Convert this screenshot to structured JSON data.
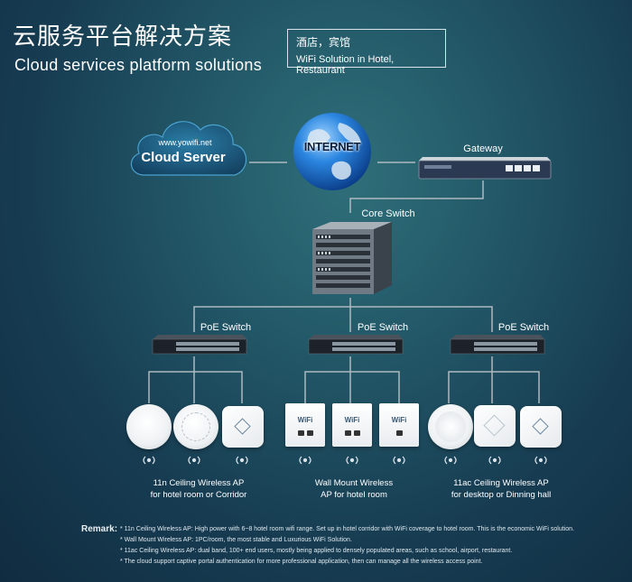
{
  "header": {
    "title_cn": "云服务平台解决方案",
    "title_en": "Cloud services platform solutions"
  },
  "scenario": {
    "title_cn": "酒店，宾馆",
    "title_en": "WiFi Solution in Hotel, Restaurant"
  },
  "nodes": {
    "cloud_url": "www.yowifi.net",
    "cloud_name": "Cloud Server",
    "internet": "INTERNET",
    "gateway": "Gateway",
    "core_switch": "Core Switch",
    "poe_switch_1": "PoE Switch",
    "poe_switch_2": "PoE Switch",
    "poe_switch_3": "PoE Switch"
  },
  "devices": {
    "wall_ap_screen": "WiFi"
  },
  "captions": {
    "group1_line1": "11n Ceiling Wireless AP",
    "group1_line2": "for hotel room or Corridor",
    "group2_line1": "Wall Mount Wireless",
    "group2_line2": "AP for hotel room",
    "group3_line1": "11ac Ceiling Wireless AP",
    "group3_line2": "for desktop or Dinning hall"
  },
  "remark": {
    "label": "Remark:",
    "lines": [
      "* 11n Ceiling Wireless AP: High power with 6~8 hotel room wifi range. Set up in hotel corridor with WiFi coverage to hotel room. This is the economic WiFi solution.",
      "* Wall Mount Wireless AP: 1PC/room, the most stable and Luxurious WiFi Solution.",
      "* 11ac Ceiling Wireless AP: dual band, 100+ end users, mostly being applied to densely populated areas, such as school, airport, restaurant.",
      "* The cloud support captive portal authentication for more professional application, then can manage all the wireless access point."
    ]
  },
  "colors": {
    "line": "#aeb9bf",
    "background_center": "#2f6f7a",
    "background_edge": "#102c40",
    "globe_blue": "#1f6fd0"
  }
}
